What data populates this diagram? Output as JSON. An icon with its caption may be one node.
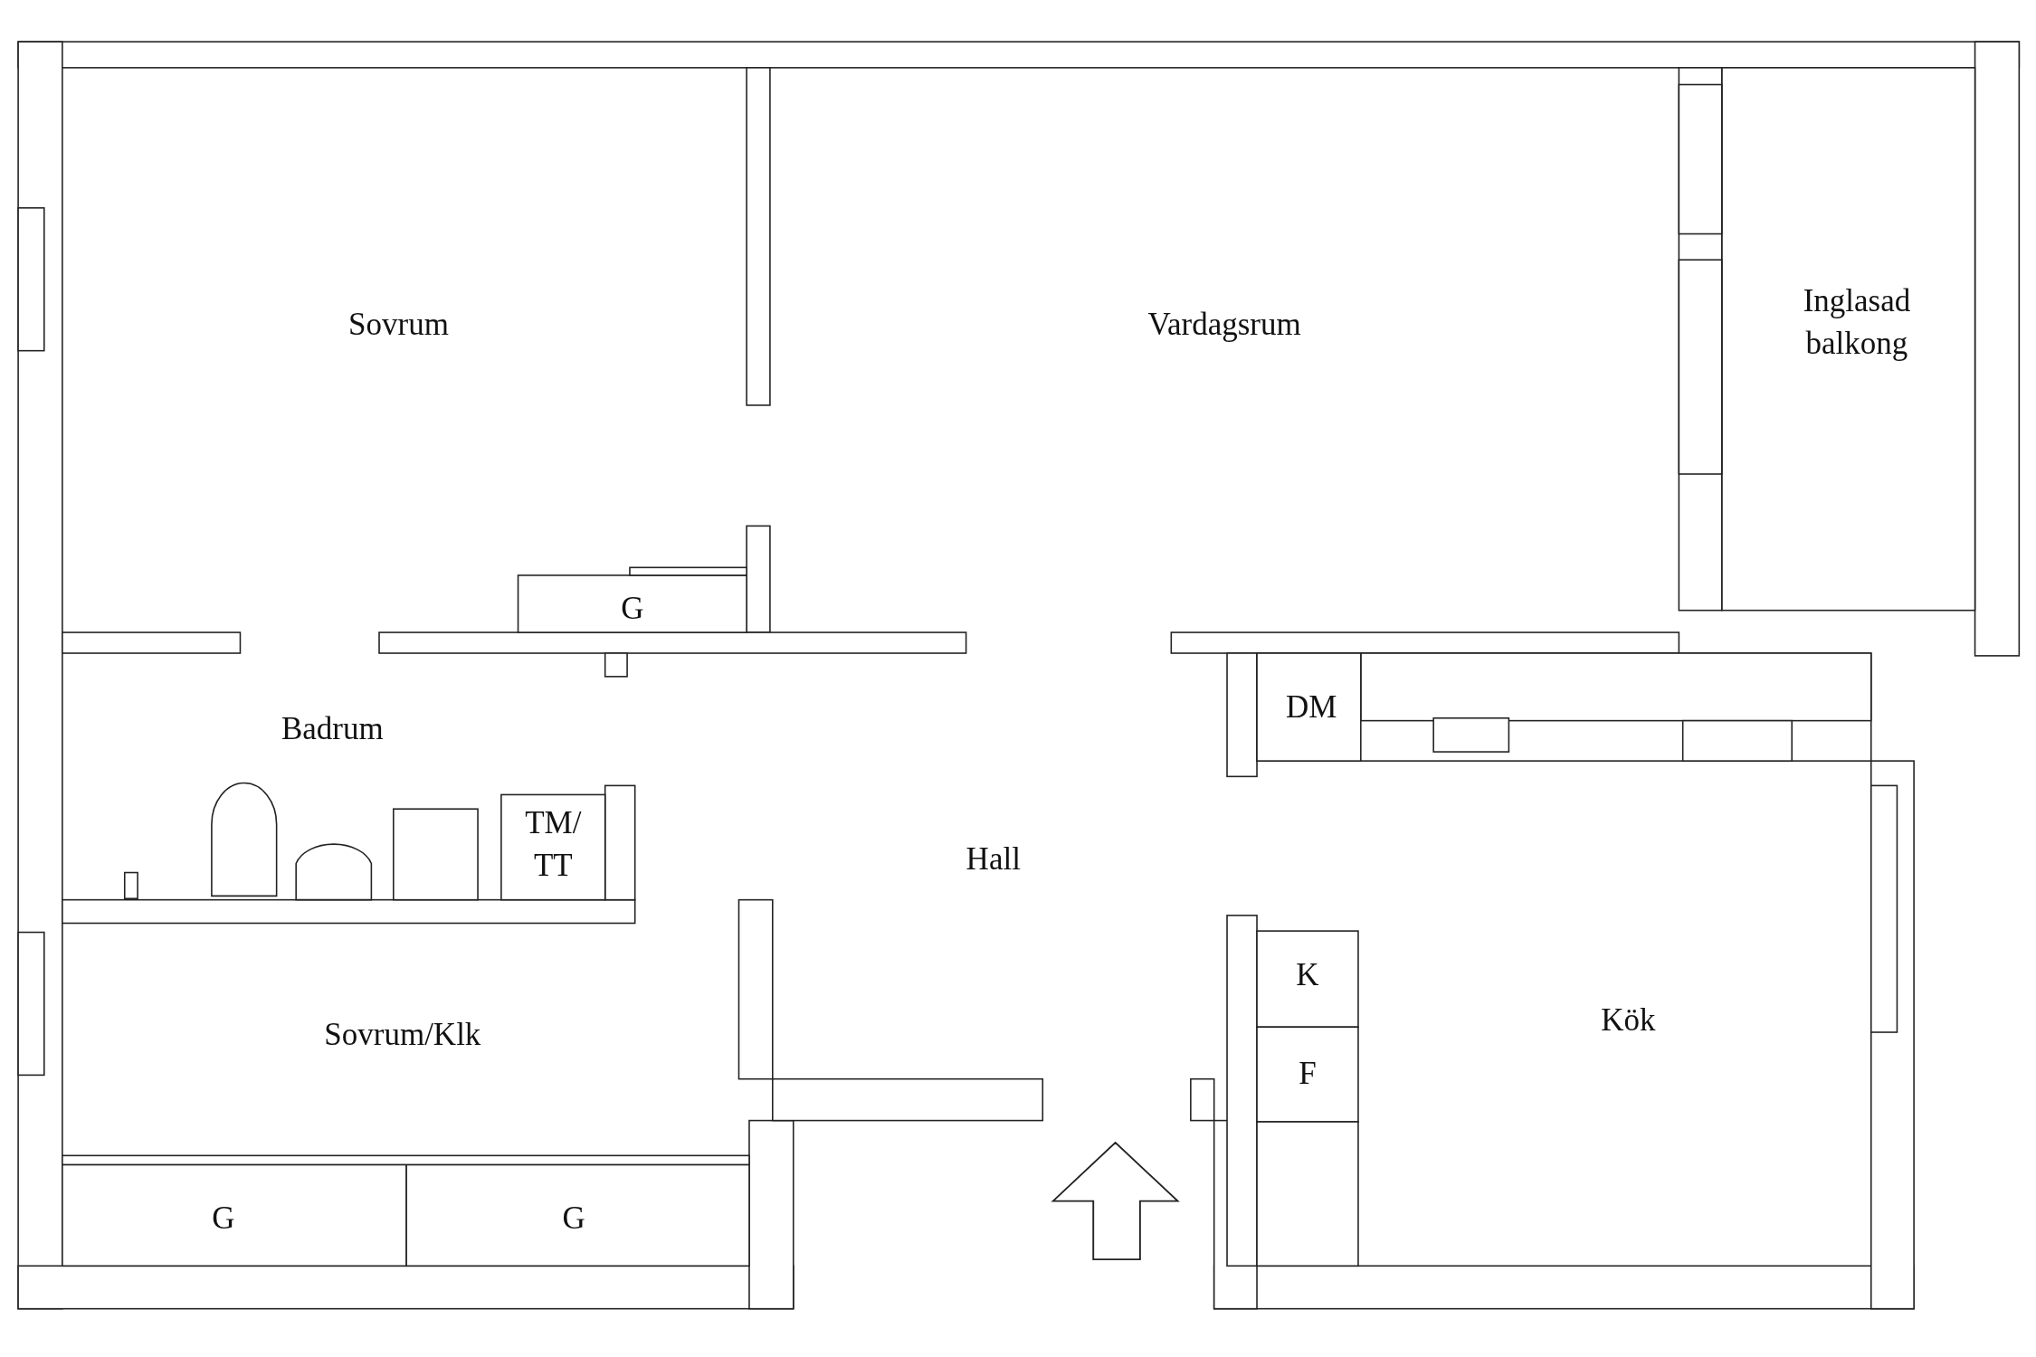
{
  "diagram": {
    "labels": [
      "Sovrum",
      "Vardagsrum",
      "Inglasad balkong",
      "G",
      "DM",
      "Badrum",
      "TM/ TT",
      "Hall",
      "K",
      "Kök",
      "Sovrum/Klk",
      "F",
      "G",
      "G"
    ]
  }
}
